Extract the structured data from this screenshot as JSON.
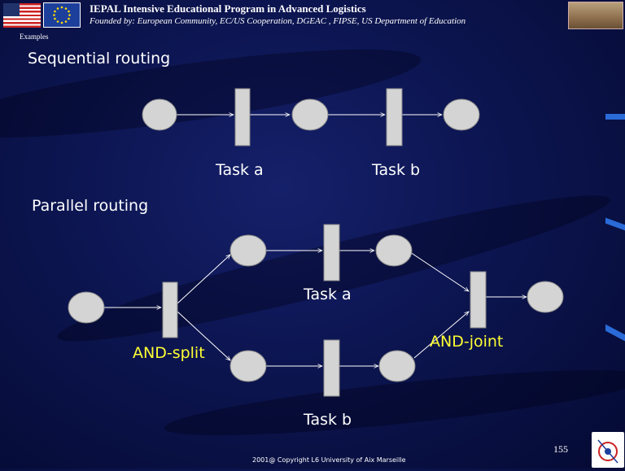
{
  "header": {
    "title": "IEPAL Intensive Educational Program in Advanced Logistics",
    "subtitle": "Founded by: European Community, EC/US Cooperation, DGEAC , FIPSE, US Department of Education"
  },
  "section_tag": "Examples",
  "sequential": {
    "heading": "Sequential routing",
    "task_a": "Task a",
    "task_b": "Task b"
  },
  "parallel": {
    "heading": "Parallel routing",
    "task_a": "Task a",
    "task_b": "Task b",
    "and_split": "AND-split",
    "and_joint": "AND-joint"
  },
  "page_number": "155",
  "footer": "2001@ Copyright  L6 University of Aix Marseille",
  "colors": {
    "node_fill": "#d4d4d4",
    "node_stroke": "#888888",
    "accent_label": "#ffff33"
  }
}
